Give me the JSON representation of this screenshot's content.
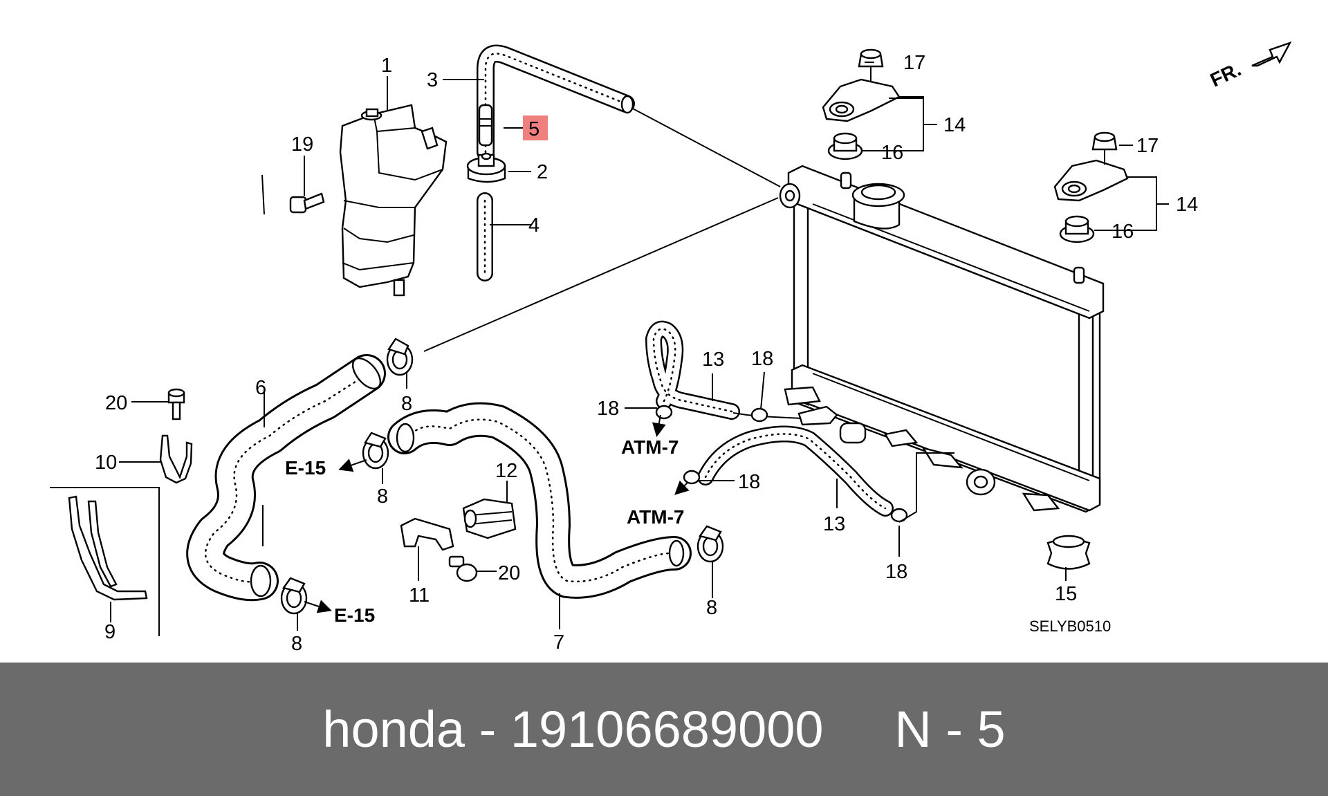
{
  "diagram": {
    "direction_label": "FR.",
    "drawing_code": "SELYB0510",
    "highlighted_part": "5",
    "highlight_color": "#f08080",
    "callouts": {
      "c1": "1",
      "c2": "2",
      "c3": "3",
      "c4": "4",
      "c5": "5",
      "c6": "6",
      "c7": "7",
      "c8a": "8",
      "c8b": "8",
      "c8c": "8",
      "c8d": "8",
      "c9": "9",
      "c10": "10",
      "c11": "11",
      "c12": "12",
      "c13a": "13",
      "c13b": "13",
      "c14a": "14",
      "c14b": "14",
      "c15": "15",
      "c16a": "16",
      "c16b": "16",
      "c17a": "17",
      "c17b": "17",
      "c18a": "18",
      "c18b": "18",
      "c18c": "18",
      "c18d": "18",
      "c19": "19",
      "c20a": "20",
      "c20b": "20"
    },
    "references": {
      "e15a": "E-15",
      "e15b": "E-15",
      "atm7a": "ATM-7",
      "atm7b": "ATM-7"
    }
  },
  "footer": {
    "caption": "honda - 19106689000     N - 5"
  }
}
